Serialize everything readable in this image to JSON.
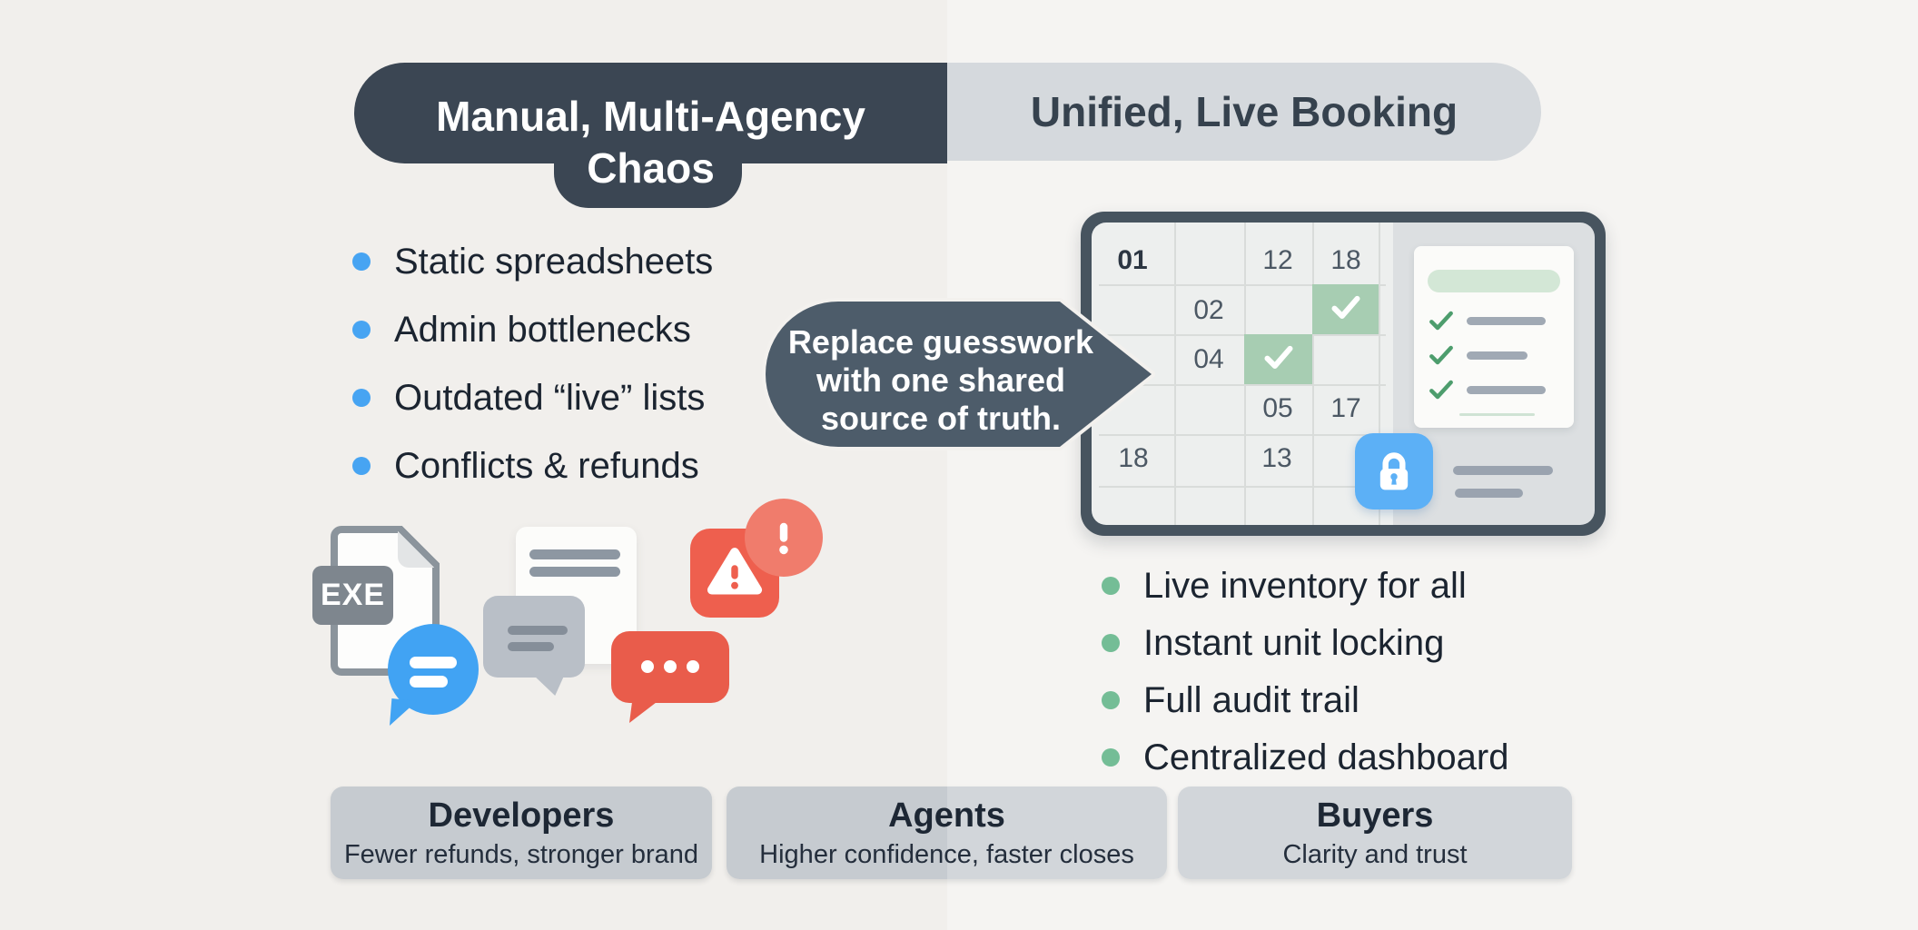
{
  "colors": {
    "bg_left": "#f1efec",
    "bg_right": "#f5f4f2",
    "slate_dark": "#3b4653",
    "pill_light": "#d5d9dd",
    "callout": "#4d5c6a",
    "panel_border": "#47545f",
    "grid_bg": "#edefee",
    "panel_gray": "#dcdfe1",
    "booked_green": "#a7cdb2",
    "check_green": "#4d9d6d",
    "lock_blue": "#5cb0f6",
    "bullet_blue": "#47a4f2",
    "bullet_green": "#74bd96",
    "alert_red": "#e95c4b",
    "alert_red_light": "#f07c6c",
    "box_gray": "#c6cbd0",
    "box_gray_light": "#d2d6da",
    "text_dark": "#1b2430",
    "day_text": "#4c5864"
  },
  "header": {
    "left_title_line1": "Manual, Multi-Agency",
    "left_title_line2": "Chaos",
    "right_title": "Unified, Live Booking"
  },
  "pain_points": [
    "Static spreadsheets",
    "Admin bottlenecks",
    "Outdated “live” lists",
    "Conflicts & refunds"
  ],
  "benefits": [
    "Live inventory for all",
    "Instant unit locking",
    "Full audit trail",
    "Centralized dashboard"
  ],
  "callout": {
    "line1": "Replace guesswork",
    "line2": "with one shared",
    "line3": "source of truth."
  },
  "calendar": {
    "days": [
      {
        "label": "01",
        "row": 1,
        "col": 1,
        "bold": true
      },
      {
        "label": "12",
        "row": 1,
        "col": 3
      },
      {
        "label": "18",
        "row": 1,
        "col": 4
      },
      {
        "label": "02",
        "row": 2,
        "col": 2
      },
      {
        "label": "04",
        "row": 3,
        "col": 2
      },
      {
        "label": "05",
        "row": 4,
        "col": 3
      },
      {
        "label": "17",
        "row": 4,
        "col": 4
      },
      {
        "label": "18",
        "row": 5,
        "col": 1
      },
      {
        "label": "13",
        "row": 5,
        "col": 3
      }
    ],
    "booked": [
      {
        "row": 2,
        "col": 4
      },
      {
        "row": 3,
        "col": 3
      }
    ]
  },
  "file_icon": {
    "label": "EXE"
  },
  "audiences": [
    {
      "title": "Developers",
      "subtitle": "Fewer refunds, stronger brand"
    },
    {
      "title": "Agents",
      "subtitle": "Higher confidence, faster closes"
    },
    {
      "title": "Buyers",
      "subtitle": "Clarity and trust"
    }
  ]
}
